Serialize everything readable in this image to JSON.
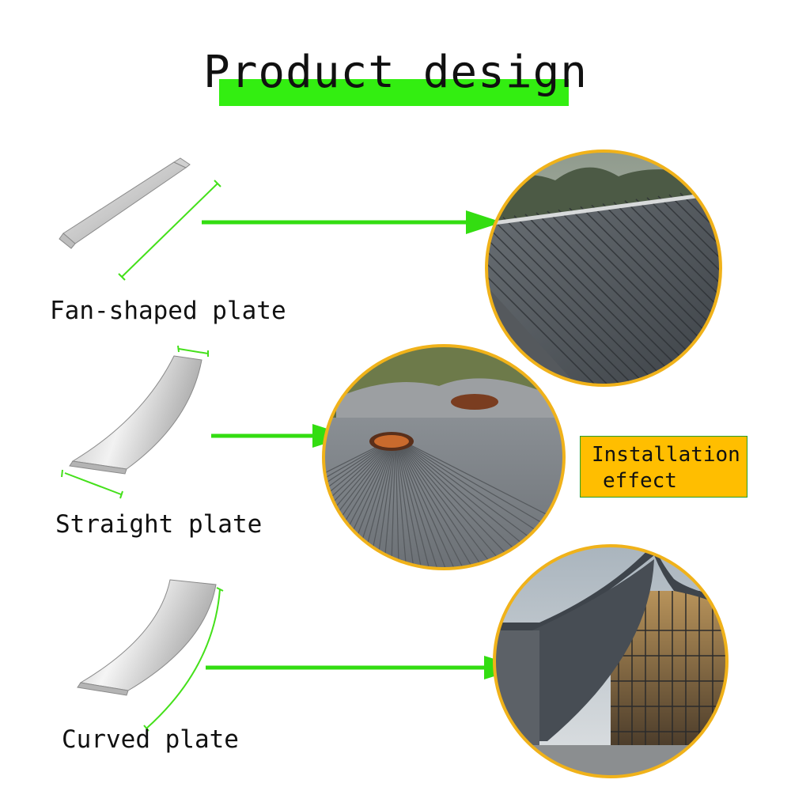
{
  "title": "Product design",
  "plates": [
    {
      "label": "Fan-shaped plate"
    },
    {
      "label": "Straight plate"
    },
    {
      "label": "Curved plate"
    }
  ],
  "callout": {
    "line1": "Installation",
    "line2": "effect"
  },
  "colors": {
    "accent_green": "#33ee11",
    "arrow_green": "#33dd11",
    "ring_gold": "#f0b21a",
    "callout_fill": "#ffbe00",
    "metal_light": "#eeeeee",
    "metal_dark": "#9a9a9a",
    "roof_gray": "#5d6268"
  }
}
